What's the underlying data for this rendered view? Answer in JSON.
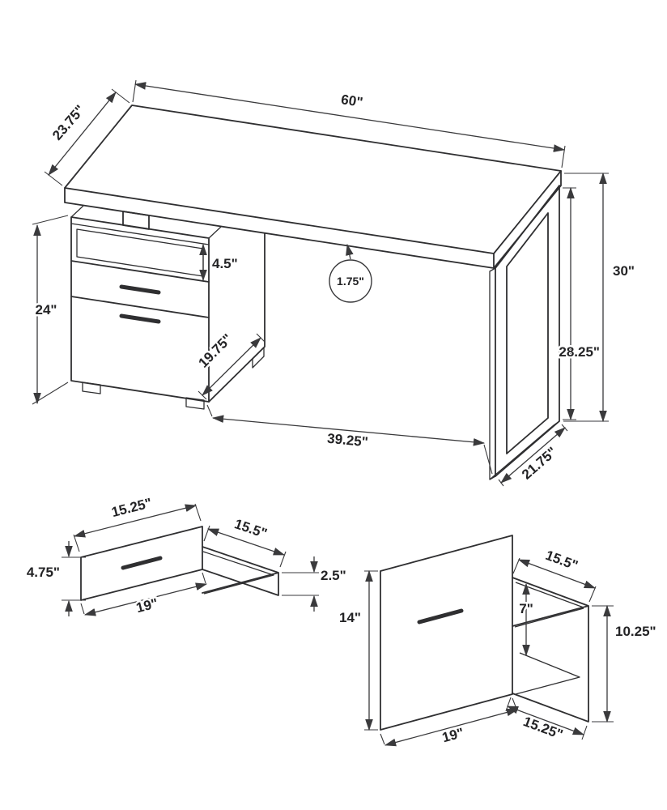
{
  "diagram": {
    "line_color": "#2f2f31",
    "desk": {
      "width": "60\"",
      "depth": "23.75\"",
      "cubby_height": "4.5\"",
      "top_thickness": "1.75\"",
      "total_height": "30\"",
      "leg_height": "28.25\"",
      "cabinet_height": "24\"",
      "cabinet_depth": "19.75\"",
      "floor_span": "39.25\"",
      "leg_depth": "21.75\""
    },
    "small_drawer": {
      "inner_width": "15.25\"",
      "inner_depth": "15.5\"",
      "front_height": "4.75\"",
      "side_height": "2.5\"",
      "width": "19\""
    },
    "file_drawer": {
      "depth": "15.5\"",
      "inner_depth": "7\"",
      "front_height": "14\"",
      "side_height": "10.25\"",
      "width": "19\"",
      "bottom_depth": "15.25\""
    }
  }
}
